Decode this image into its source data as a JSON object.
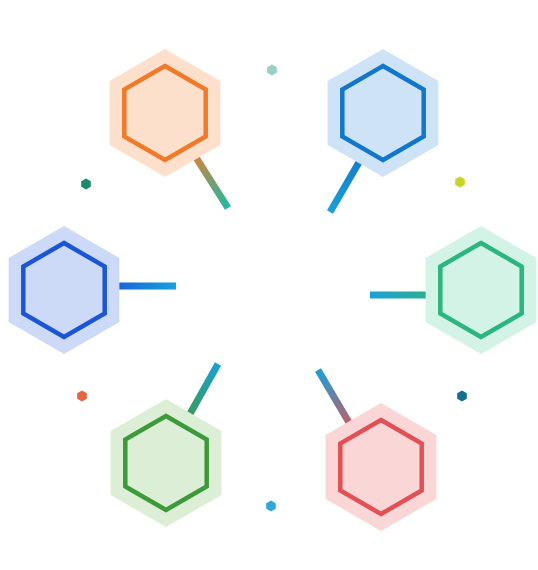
{
  "colors": {
    "background": "#ffffff",
    "orange": "#f07a2a",
    "orange_soft": "#fde0cc",
    "blue": "#1177cc",
    "blue_soft": "#cfe3f6",
    "royal": "#1a55d8",
    "royal_soft": "#ccdaf8",
    "teal_green": "#2bb57f",
    "teal_green_soft": "#d2f3e6",
    "green": "#3d9a3a",
    "green_soft": "#dcefd6",
    "red": "#e24f55",
    "red_soft": "#fbd6d6",
    "connector_cyan": "#1aa0d8",
    "connector_teal": "#1fb8a2",
    "dot_teal": "#97cfc6",
    "dot_green": "#1b8a6e",
    "dot_lime": "#c7d429",
    "dot_petrol": "#14708e",
    "dot_orange": "#e3643e",
    "dot_sky": "#2fa6de"
  },
  "nodes": [
    {
      "id": "top-left",
      "hex_color": "orange",
      "halo_color": "orange_soft",
      "connector_from": "orange",
      "connector_to": "connector_teal"
    },
    {
      "id": "top-right",
      "hex_color": "blue",
      "halo_color": "blue_soft",
      "connector_from": "blue",
      "connector_to": "connector_cyan"
    },
    {
      "id": "mid-left",
      "hex_color": "royal",
      "halo_color": "royal_soft",
      "connector_from": "royal",
      "connector_to": "connector_cyan"
    },
    {
      "id": "mid-right",
      "hex_color": "teal_green",
      "halo_color": "teal_green_soft",
      "connector_from": "connector_cyan",
      "connector_to": "teal_green"
    },
    {
      "id": "bottom-left",
      "hex_color": "green",
      "halo_color": "green_soft",
      "connector_from": "green",
      "connector_to": "connector_cyan"
    },
    {
      "id": "bottom-right",
      "hex_color": "red",
      "halo_color": "red_soft",
      "connector_from": "connector_cyan",
      "connector_to": "red"
    }
  ],
  "dots": [
    {
      "id": "dot-top",
      "color": "dot_teal"
    },
    {
      "id": "dot-upper-left",
      "color": "dot_green"
    },
    {
      "id": "dot-upper-right",
      "color": "dot_lime"
    },
    {
      "id": "dot-lower-right",
      "color": "dot_petrol"
    },
    {
      "id": "dot-lower-left",
      "color": "dot_orange"
    },
    {
      "id": "dot-bottom",
      "color": "dot_sky"
    }
  ]
}
